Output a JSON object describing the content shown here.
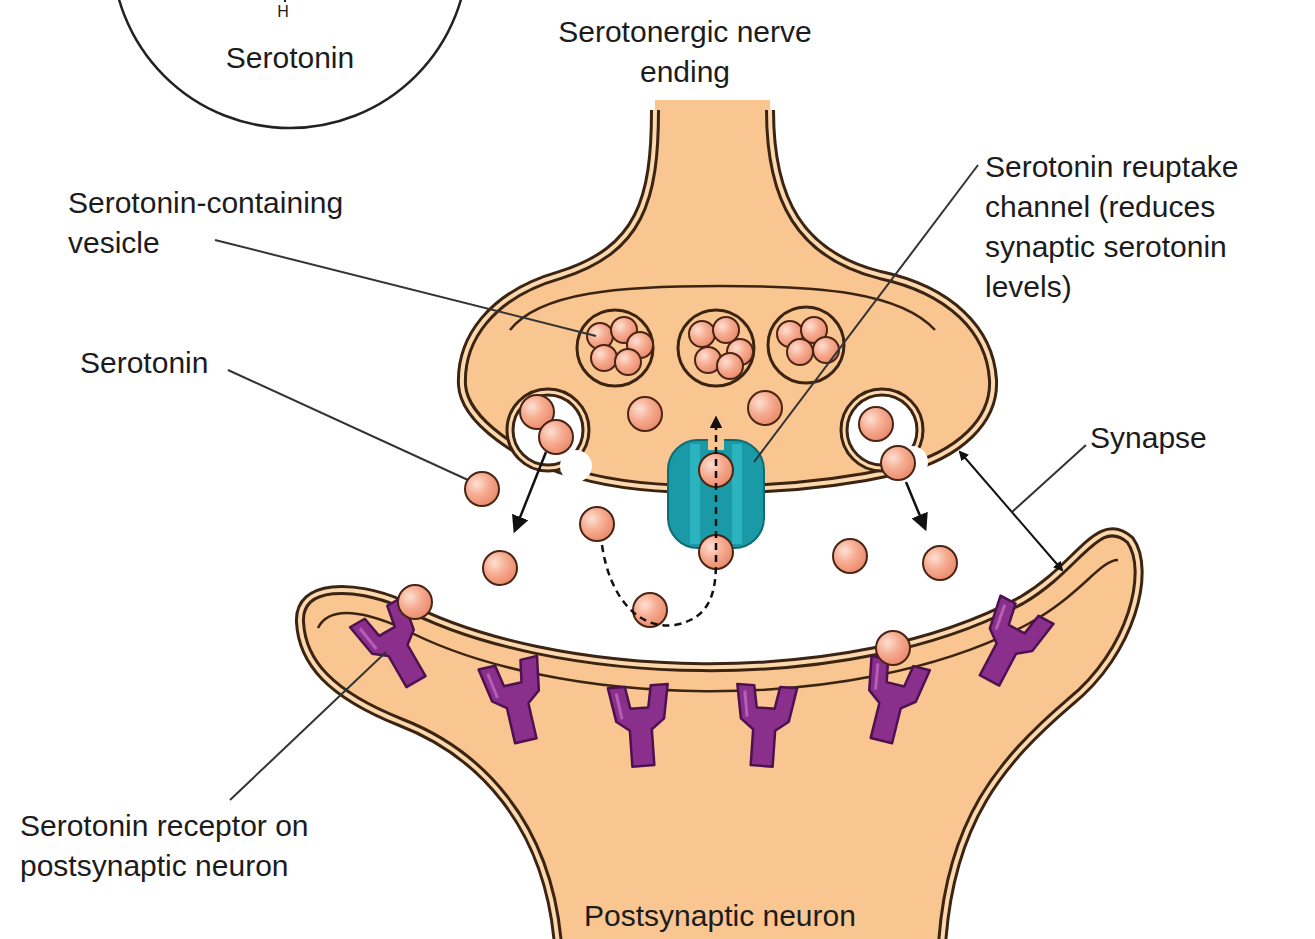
{
  "diagram": {
    "nodes": [
      {
        "text": [
          "Serotonin"
        ]
      }
    ],
    "labels": [
      "H",
      "Serotonergic nerve ending",
      "Serotonin-containing vesicle",
      "Serotonin reuptake channel (reduces synaptic serotonin levels)",
      "Serotonin",
      "Synapse",
      "Serotonin receptor on postsynaptic neuron",
      "Postsynaptic neuron"
    ]
  }
}
